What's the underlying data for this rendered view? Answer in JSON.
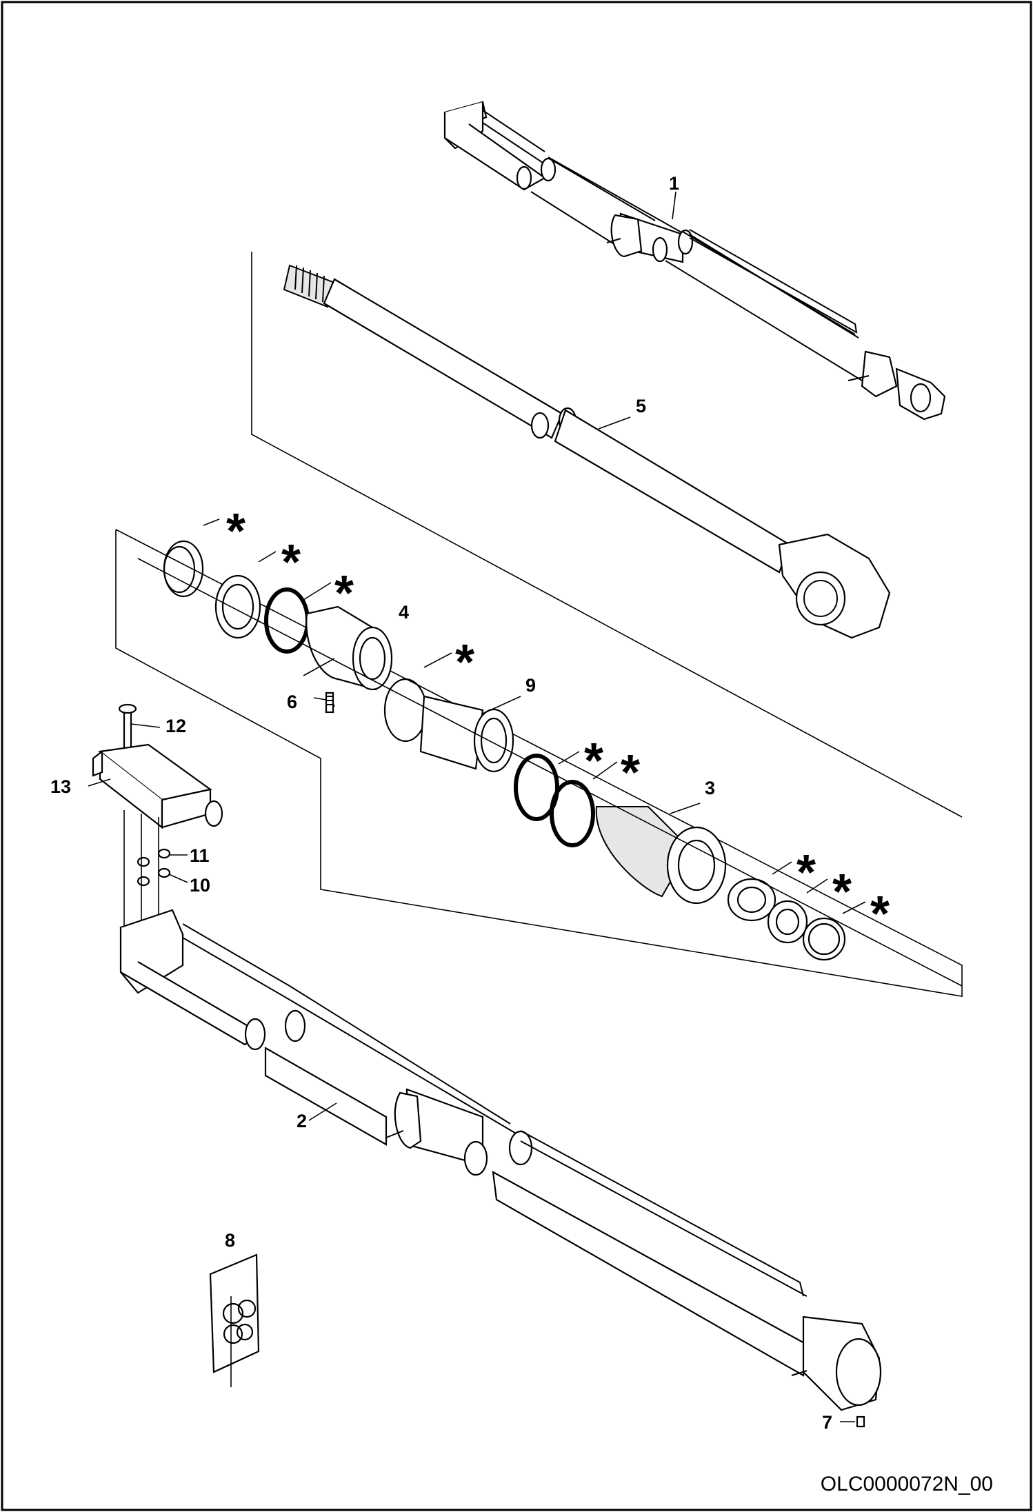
{
  "figure": {
    "reference_code": "OLC0000072N_00",
    "asterisk": "*",
    "callouts": {
      "c1": "1",
      "c2": "2",
      "c3": "3",
      "c4": "4",
      "c5": "5",
      "c6": "6",
      "c7": "7",
      "c8": "8",
      "c9": "9",
      "c10": "10",
      "c11": "11",
      "c12": "12",
      "c13": "13"
    }
  }
}
